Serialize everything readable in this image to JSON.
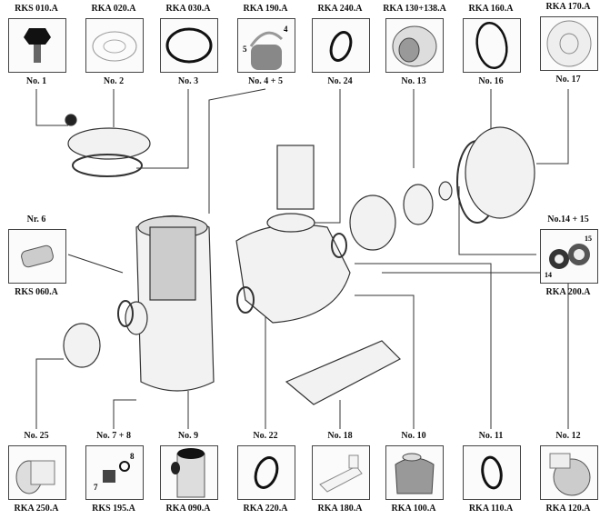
{
  "title": "Pump exploded parts diagram",
  "top_parts": [
    {
      "code": "RKS 010.A",
      "no": "No. 1",
      "icon": "knob-icon"
    },
    {
      "code": "RKA 020.A",
      "no": "No. 2",
      "icon": "lid-icon"
    },
    {
      "code": "RKA 030.A",
      "no": "No. 3",
      "icon": "o-ring-icon"
    },
    {
      "code": "RKA 190.A",
      "no": "No. 4 + 5",
      "icon": "basket-icon",
      "sub_labels": [
        "4",
        "5"
      ]
    },
    {
      "code": "RKA 240.A",
      "no": "No. 24",
      "icon": "o-ring-icon"
    },
    {
      "code": "RKA 130+138.A",
      "no": "No. 13",
      "icon": "impeller-icon"
    },
    {
      "code": "RKA 160.A",
      "no": "No. 16",
      "icon": "o-ring-icon"
    },
    {
      "code": "RKA 170.A",
      "no": "No. 17",
      "icon": "flange-icon"
    }
  ],
  "side_parts": [
    {
      "code": "RKS 060.A",
      "no": "Nr. 6",
      "icon": "sleeve-icon"
    },
    {
      "code": "RKA 200.A",
      "no": "No.14 + 15",
      "icon": "bearing-icon",
      "sub_labels": [
        "14",
        "15"
      ]
    }
  ],
  "bottom_parts": [
    {
      "code": "RKA 250.A",
      "no": "No. 25",
      "icon": "union-icon"
    },
    {
      "code": "RKS 195.A",
      "no": "No. 7 + 8",
      "icon": "plug-icon",
      "sub_labels": [
        "7",
        "8"
      ]
    },
    {
      "code": "RKA 090.A",
      "no": "No. 9",
      "icon": "strainer-housing-icon"
    },
    {
      "code": "RKA 220.A",
      "no": "No. 22",
      "icon": "o-ring-icon"
    },
    {
      "code": "RKA 180.A",
      "no": "No. 18",
      "icon": "base-icon"
    },
    {
      "code": "RKA 100.A",
      "no": "No. 10",
      "icon": "pump-housing-icon"
    },
    {
      "code": "RKA 110.A",
      "no": "No. 11",
      "icon": "o-ring-icon"
    },
    {
      "code": "RKA 120.A",
      "no": "No. 12",
      "icon": "diffuser-icon"
    }
  ]
}
